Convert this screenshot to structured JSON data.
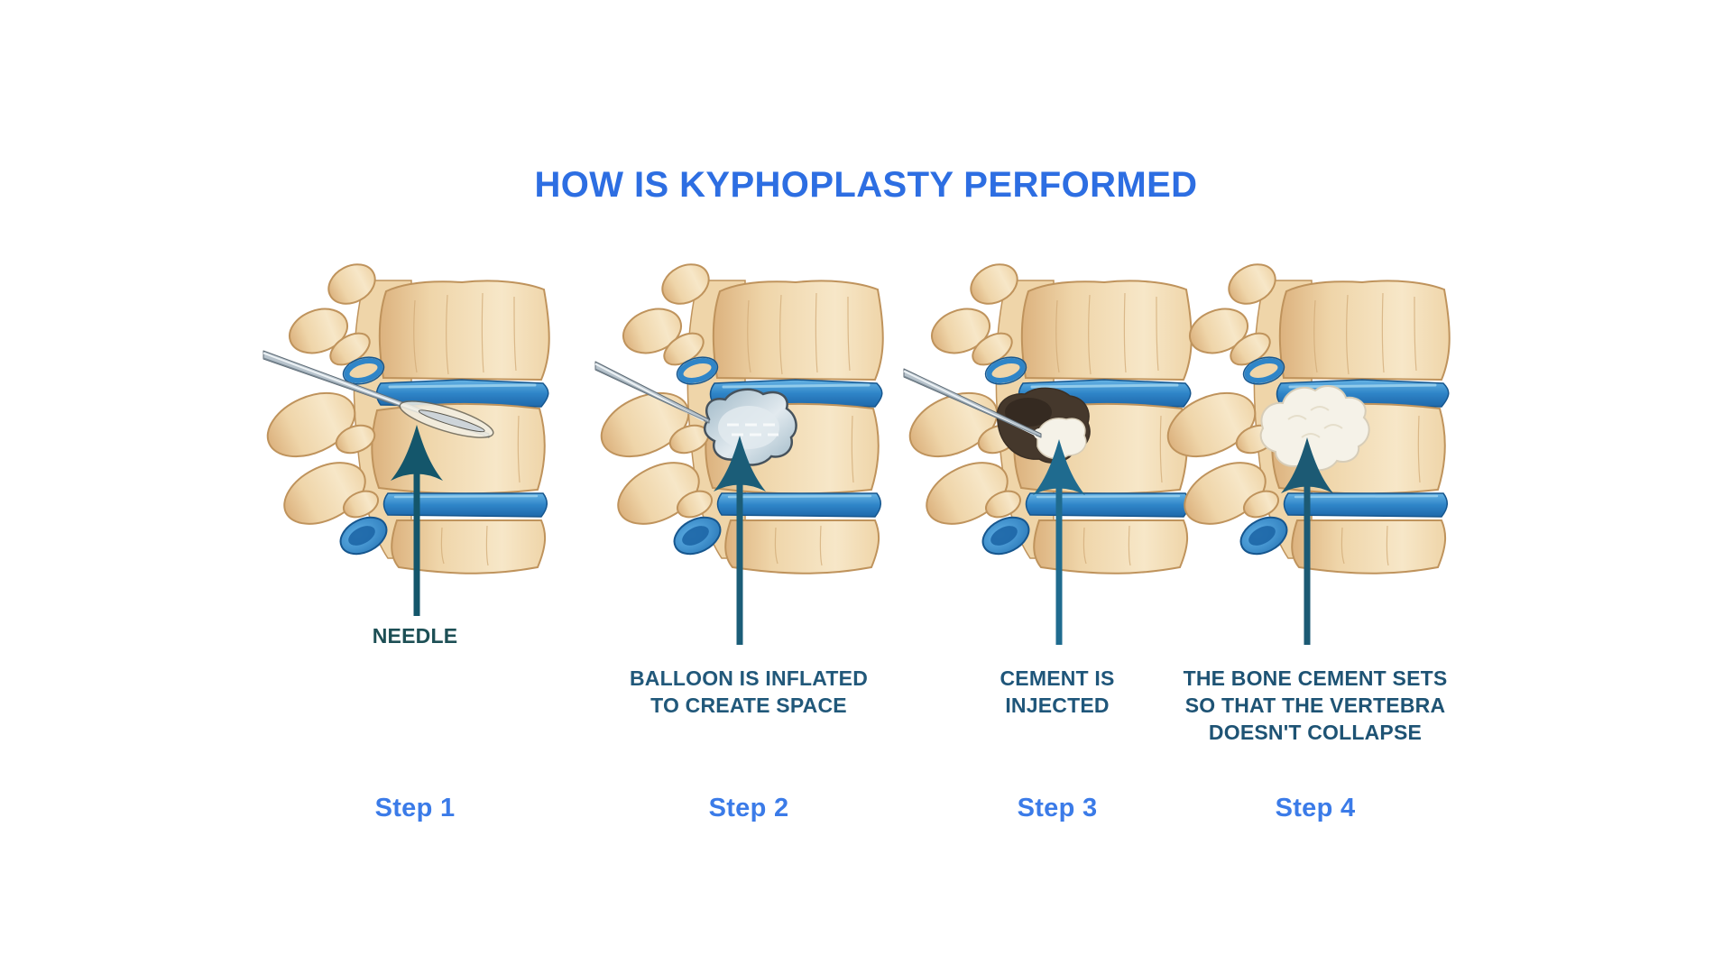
{
  "title": {
    "text": "HOW IS KYPHOPLASTY PERFORMED",
    "color": "#2D6EE2"
  },
  "step_label_color": "#3B7BE8",
  "steps": [
    {
      "step_label": "Step 1",
      "annotation_lines": [
        "NEEDLE"
      ],
      "annotation_color": "#1D4F55",
      "arrow_color": "#14566B",
      "features": {
        "needle": true,
        "needle_tract": true,
        "balloon": false,
        "cavity_cement": false,
        "cement_fill": false
      }
    },
    {
      "step_label": "Step 2",
      "annotation_lines": [
        "BALLOON IS INFLATED",
        "TO CREATE SPACE"
      ],
      "annotation_color": "#21587A",
      "arrow_color": "#1B5D78",
      "features": {
        "needle": true,
        "needle_tract": false,
        "balloon": true,
        "cavity_cement": false,
        "cement_fill": false
      }
    },
    {
      "step_label": "Step 3",
      "annotation_lines": [
        "CEMENT IS",
        "INJECTED"
      ],
      "annotation_color": "#1F567A",
      "arrow_color": "#1F6B8F",
      "features": {
        "needle": true,
        "needle_tract": false,
        "balloon": false,
        "cavity_cement": true,
        "cement_fill": false
      }
    },
    {
      "step_label": "Step 4",
      "annotation_lines": [
        "THE BONE CEMENT SETS",
        "SO THAT THE VERTEBRA",
        "DOESN'T COLLAPSE"
      ],
      "annotation_color": "#1E5374",
      "arrow_color": "#1C5A74",
      "features": {
        "needle": false,
        "needle_tract": false,
        "balloon": false,
        "cavity_cement": false,
        "cement_fill": true
      }
    }
  ],
  "palette": {
    "background": "#FFFFFF",
    "bone_edge": "#BF935C",
    "bone_light": "#F7E7C8",
    "bone_mid": "#EFD5A9",
    "bone_dark": "#DCB27E",
    "bone_line": "#D2AB77",
    "disc_top": "#66B3E4",
    "disc_mid": "#2F85C8",
    "disc_bot": "#1E68AA",
    "disc_edge": "#16568E",
    "needle_fill": "#B7C3CC",
    "needle_edge": "#5D6A74",
    "needle_hi": "#EDF2F5",
    "balloon_edge": "#46525C",
    "balloon_fill_dark": "#9DB7C6",
    "balloon_fill_light": "#E2EAEF",
    "balloon_dash": "#F6F9FA",
    "cavity_dark": "#45382C",
    "cavity_deep": "#2C241C",
    "cement": "#F5F2E8",
    "cement_edge": "#D7CDB8",
    "cement_texture": "#E3DCC8"
  }
}
